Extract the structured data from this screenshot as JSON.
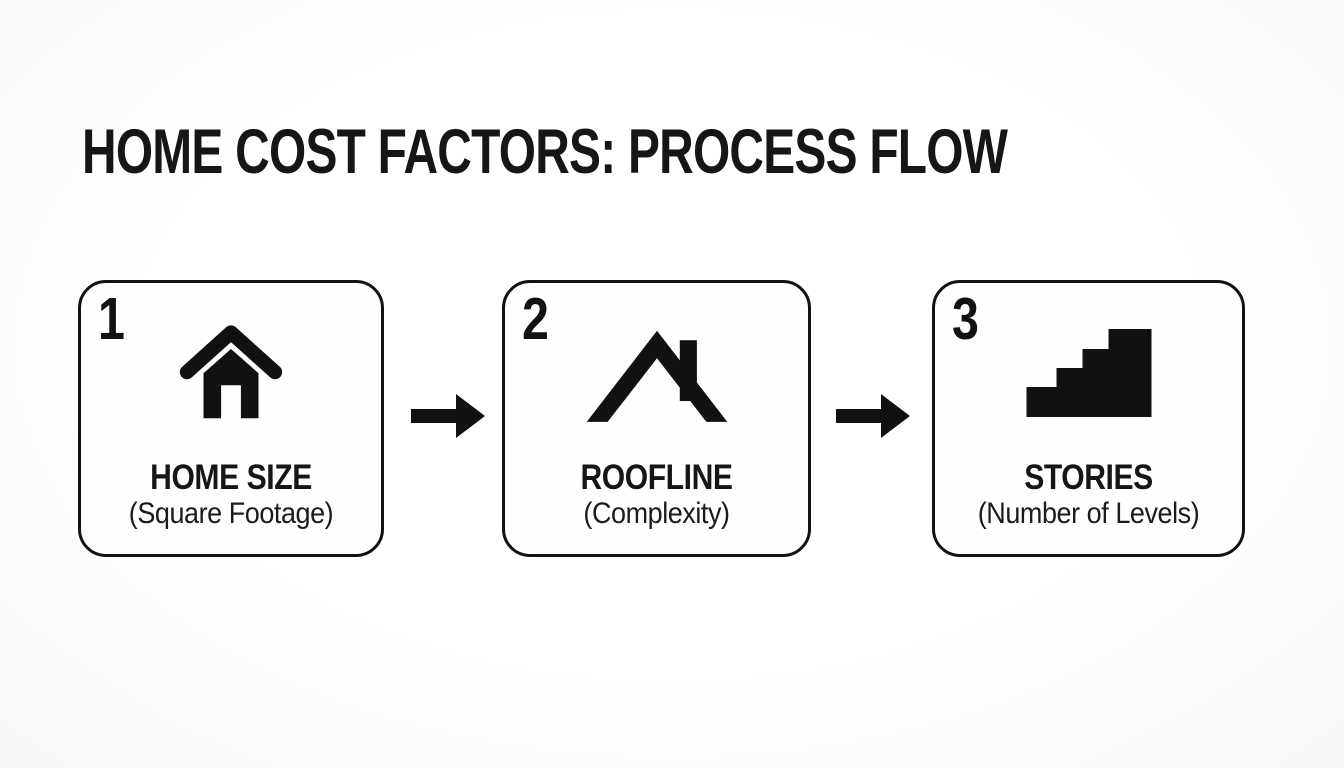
{
  "page": {
    "background": "#fbfcfc",
    "ink": "#111111"
  },
  "title": "HOME COST FACTORS: PROCESS FLOW",
  "flow": {
    "connector_icon": "arrow-right-icon",
    "steps": [
      {
        "number": "1",
        "label": "HOME SIZE",
        "sublabel": "(Square Footage)",
        "icon": "house-icon"
      },
      {
        "number": "2",
        "label": "ROOFLINE",
        "sublabel": "(Complexity)",
        "icon": "roofline-icon"
      },
      {
        "number": "3",
        "label": "STORIES",
        "sublabel": "(Number of Levels)",
        "icon": "stairs-icon"
      }
    ]
  }
}
